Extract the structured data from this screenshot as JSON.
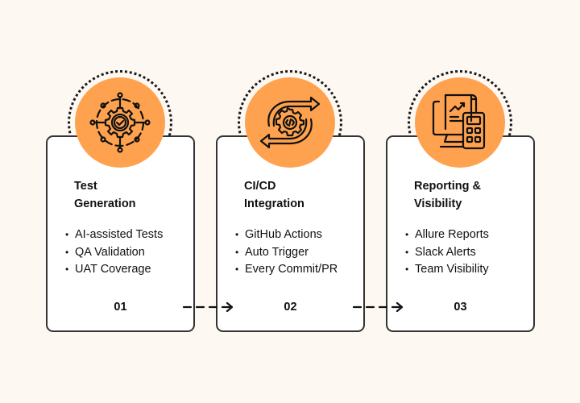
{
  "colors": {
    "background": "#FDF8F2",
    "accent_orange": "#FFA24F",
    "card_border": "#333333",
    "ink": "#111111"
  },
  "steps": [
    {
      "icon": "network-gear-check-icon",
      "title_line1": "Test",
      "title_line2": "Generation",
      "items": [
        "AI-assisted Tests",
        "QA Validation",
        "UAT Coverage"
      ],
      "number": "01"
    },
    {
      "icon": "gear-code-cycle-icon",
      "title_line1": "CI/CD",
      "title_line2": "Integration",
      "items": [
        "GitHub Actions",
        "Auto Trigger",
        "Every Commit/PR"
      ],
      "number": "02"
    },
    {
      "icon": "monitor-report-calculator-icon",
      "title_line1": "Reporting &",
      "title_line2": "Visibility",
      "items": [
        "Allure Reports",
        "Slack Alerts",
        "Team Visibility"
      ],
      "number": "03"
    }
  ],
  "bullet_glyph": "•"
}
